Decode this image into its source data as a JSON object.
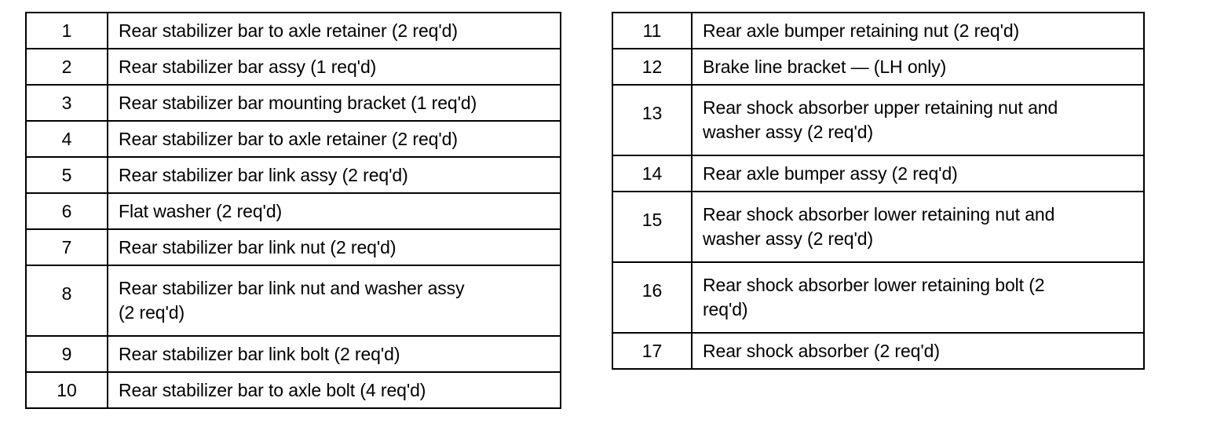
{
  "document": {
    "kind": "parts-legend",
    "background_color": "#ffffff",
    "text_color": "#000000",
    "border_color": "#000000"
  },
  "tables": [
    {
      "name": "left-parts-table",
      "rows": [
        {
          "number": "1",
          "description": "Rear stabilizer bar to axle retainer (2 req'd)",
          "lines": [
            "Rear stabilizer bar to axle retainer (2 req'd)"
          ]
        },
        {
          "number": "2",
          "description": "Rear stabilizer bar assy (1 req'd)",
          "lines": [
            "Rear stabilizer bar assy (1 req'd)"
          ]
        },
        {
          "number": "3",
          "description": "Rear stabilizer bar mounting bracket (1 req'd)",
          "lines": [
            "Rear stabilizer bar mounting bracket (1 req'd)"
          ]
        },
        {
          "number": "4",
          "description": "Rear stabilizer bar to axle retainer (2 req'd)",
          "lines": [
            "Rear stabilizer bar to axle retainer (2 req'd)"
          ]
        },
        {
          "number": "5",
          "description": "Rear stabilizer bar link assy (2 req'd)",
          "lines": [
            "Rear stabilizer bar link assy (2 req'd)"
          ]
        },
        {
          "number": "6",
          "description": "Flat washer (2 req'd)",
          "lines": [
            "Flat washer (2 req'd)"
          ]
        },
        {
          "number": "7",
          "description": "Rear stabilizer bar link nut (2 req'd)",
          "lines": [
            "Rear stabilizer bar link nut (2 req'd)"
          ]
        },
        {
          "number": "8",
          "description": "Rear stabilizer bar link nut and washer assy (2 req'd)",
          "lines": [
            "Rear stabilizer bar link nut and washer assy",
            "(2 req'd)"
          ]
        },
        {
          "number": "9",
          "description": "Rear stabilizer bar link bolt (2 req'd)",
          "lines": [
            "Rear stabilizer bar link bolt (2 req'd)"
          ]
        },
        {
          "number": "10",
          "description": "Rear stabilizer bar to axle bolt (4 req'd)",
          "lines": [
            "Rear stabilizer bar to axle  bolt (4 req'd)"
          ]
        }
      ]
    },
    {
      "name": "right-parts-table",
      "rows": [
        {
          "number": "11",
          "description": "Rear axle bumper retaining nut (2 req'd)",
          "lines": [
            "Rear axle bumper retaining nut (2 req'd)"
          ]
        },
        {
          "number": "12",
          "description": "Brake line bracket — (LH only)",
          "lines": [
            "Brake line bracket — (LH only)"
          ]
        },
        {
          "number": "13",
          "description": "Rear shock absorber upper retaining nut and washer assy (2 req'd)",
          "lines": [
            "Rear shock absorber upper retaining nut and",
            "washer assy (2 req'd)"
          ]
        },
        {
          "number": "14",
          "description": "Rear axle bumper assy (2 req'd)",
          "lines": [
            "Rear axle bumper assy (2 req'd)"
          ]
        },
        {
          "number": "15",
          "description": "Rear shock absorber lower retaining nut and washer assy (2 req'd)",
          "lines": [
            "Rear shock absorber lower retaining nut and",
            "washer assy (2 req'd)"
          ]
        },
        {
          "number": "16",
          "description": "Rear shock absorber lower retaining bolt (2 req'd)",
          "lines": [
            "Rear shock absorber lower retaining bolt (2",
            "req'd)"
          ]
        },
        {
          "number": "17",
          "description": "Rear shock absorber (2 req'd)",
          "lines": [
            "Rear shock absorber (2 req'd)"
          ]
        }
      ]
    }
  ]
}
